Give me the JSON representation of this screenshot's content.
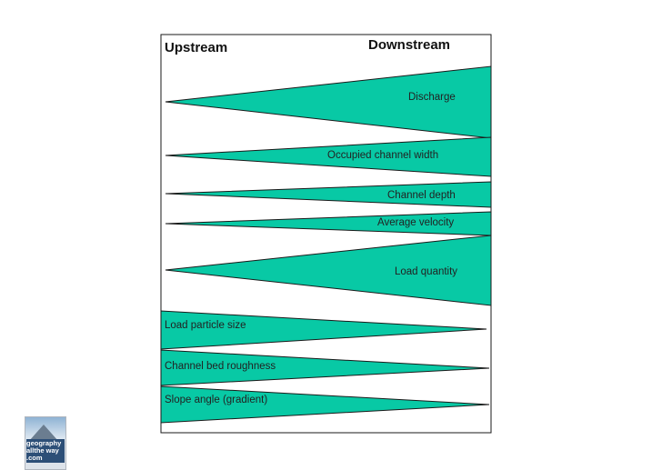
{
  "headers": {
    "upstream": "Upstream",
    "downstream": "Downstream"
  },
  "wedges": [
    {
      "label": "Discharge"
    },
    {
      "label": "Occupied channel width"
    },
    {
      "label": "Channel depth"
    },
    {
      "label": "Average velocity"
    },
    {
      "label": "Load quantity"
    },
    {
      "label": "Load particle size"
    },
    {
      "label": "Channel bed roughness"
    },
    {
      "label": "Slope angle (gradient)"
    }
  ],
  "logo": {
    "line1": "geography",
    "line2": "allthe way",
    "line3": ".com"
  },
  "colors": {
    "wedge_fill": "#08c9a5",
    "stroke": "#1a1a1a"
  }
}
